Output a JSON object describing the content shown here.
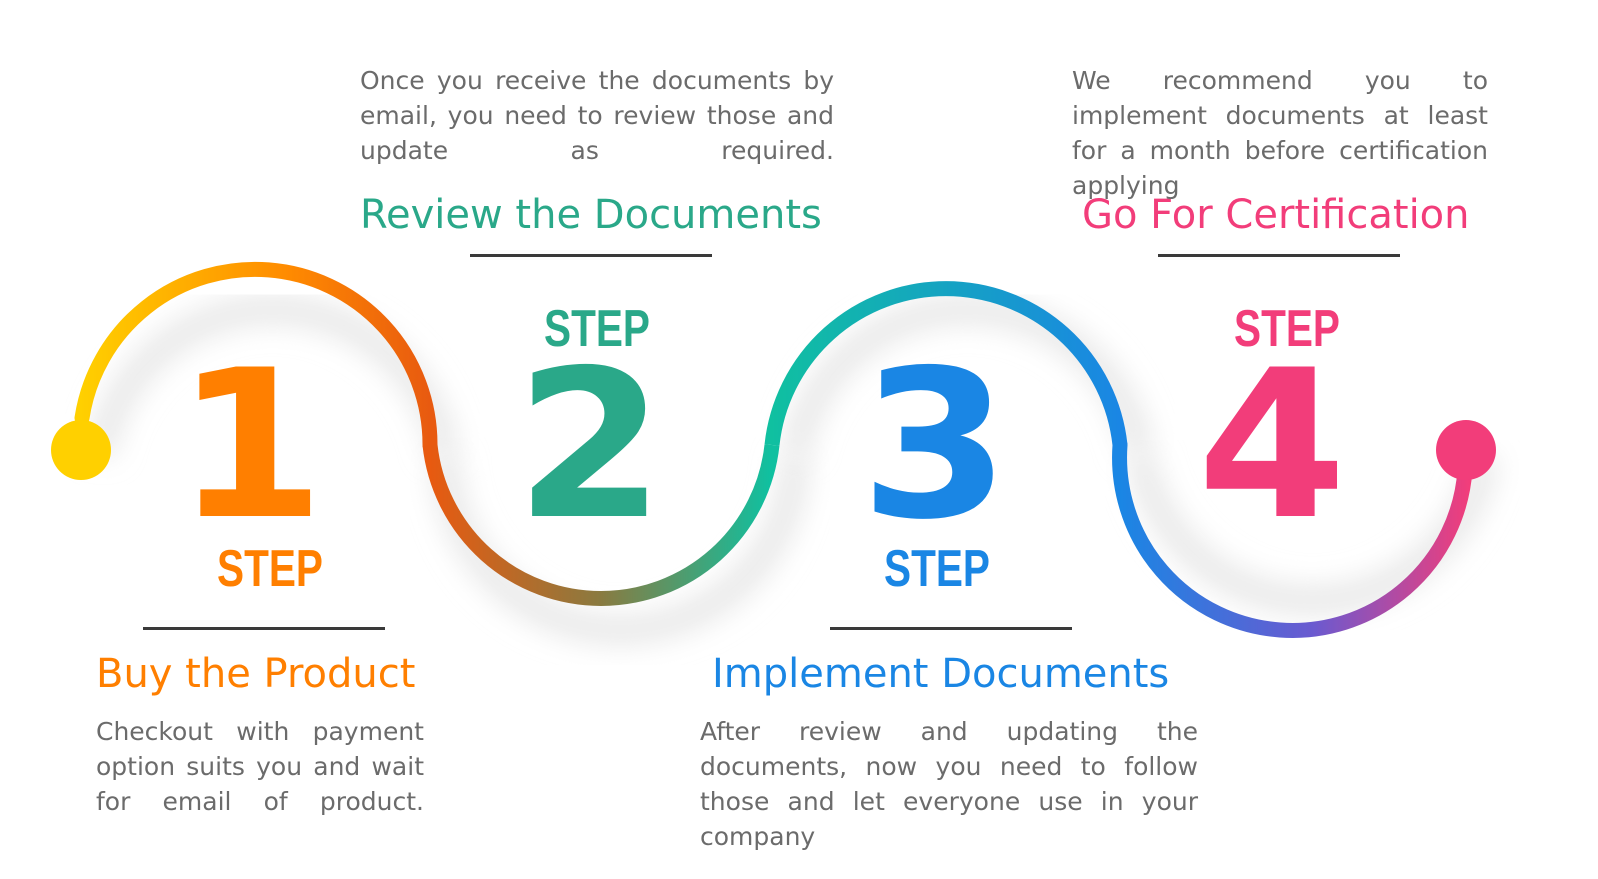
{
  "steps": [
    {
      "number": "1",
      "step_label": "STEP",
      "title": "Buy the Product",
      "description": "Checkout with payment option suits you and wait for email of product.",
      "color": "#ff7f00"
    },
    {
      "number": "2",
      "step_label": "STEP",
      "title": "Review the Documents",
      "description": "Once you receive the documents by email, you need to review those and update as required.",
      "color": "#2aa889"
    },
    {
      "number": "3",
      "step_label": "STEP",
      "title": "Implement Documents",
      "description": "After review and updating the documents, now you need to follow those and let everyone use in your company",
      "color": "#1a86e4"
    },
    {
      "number": "4",
      "step_label": "STEP",
      "title": "Go For Certification",
      "description": "We recommend you to implement documents at least for a month before certification applying",
      "color": "#f23d7a"
    }
  ],
  "path": {
    "start_dot_color": "#ffd000",
    "end_dot_color": "#f23d7a",
    "gradient_colors": [
      "#ffd000",
      "#ff8a00",
      "#e85a10",
      "#2aa889",
      "#10c0a0",
      "#1a86e4",
      "#6a5ad0",
      "#f23d7a"
    ]
  }
}
